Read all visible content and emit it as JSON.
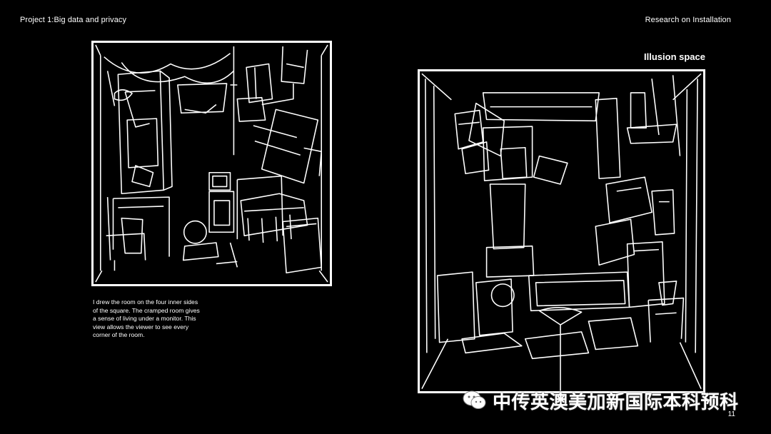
{
  "header": {
    "project_label": "Project 1:Big data and privacy",
    "section_label": "Research on Installation"
  },
  "right_title": "Illusion space",
  "description": "I drew the room on the four inner sides of the square. The cramped room gives a sense of living under a monitor. This view allows the viewer to see every corner of the room.",
  "watermark": {
    "icon": "wechat-icon",
    "text": "中传英澳美加新国际本科预科"
  },
  "page_number": "11",
  "colors": {
    "background": "#000000",
    "line": "#ffffff"
  }
}
